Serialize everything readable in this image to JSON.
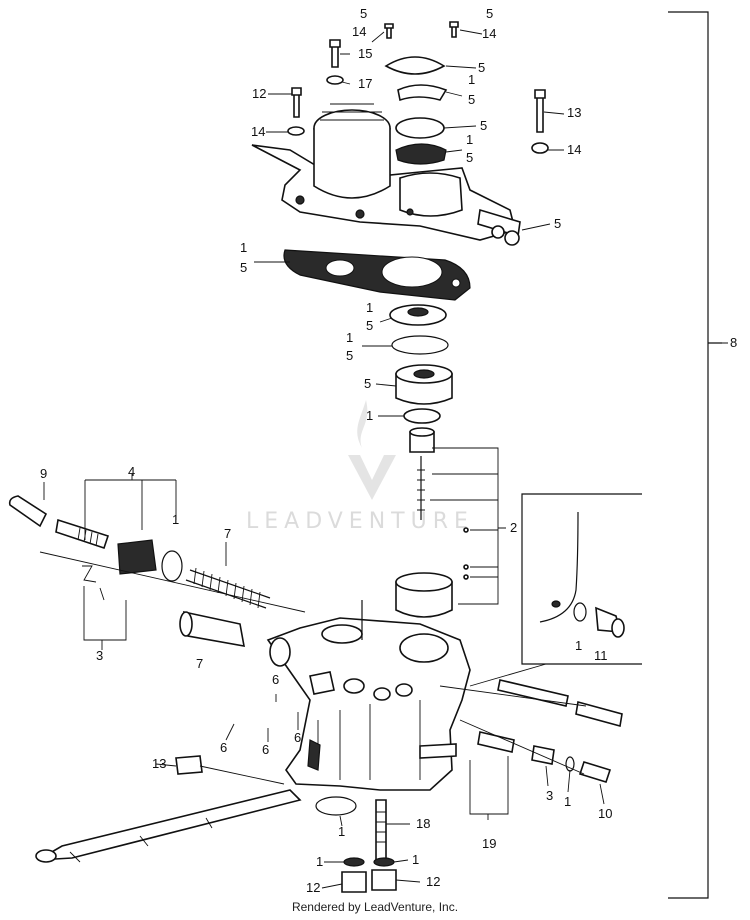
{
  "watermark": "LEADVENTURE",
  "footer": "Rendered by LeadVenture, Inc.",
  "callouts": {
    "c1": "5",
    "c2": "14",
    "c3": "5",
    "c4": "14",
    "c5": "15",
    "c6": "17",
    "c7": "5",
    "c8": "1",
    "c9": "5",
    "c10": "12",
    "c11": "5",
    "c12": "1",
    "c13": "5",
    "c14": "13",
    "c15": "14",
    "c16": "14",
    "c17": "5",
    "c18": "1",
    "c19": "5",
    "c20": "1",
    "c21": "5",
    "c22": "1",
    "c23": "5",
    "c24": "5",
    "c25": "1",
    "c26": "8",
    "c27": "9",
    "c28": "4",
    "c29": "1",
    "c30": "7",
    "c31": "2",
    "c32": "3",
    "c33": "7",
    "c34": "1",
    "c35": "11",
    "c36": "6",
    "c37": "6",
    "c38": "6",
    "c39": "6",
    "c40": "13",
    "c41": "3",
    "c42": "1",
    "c43": "10",
    "c44": "1",
    "c45": "19",
    "c46": "18",
    "c47": "1",
    "c48": "1",
    "c49": "12",
    "c50": "12"
  }
}
